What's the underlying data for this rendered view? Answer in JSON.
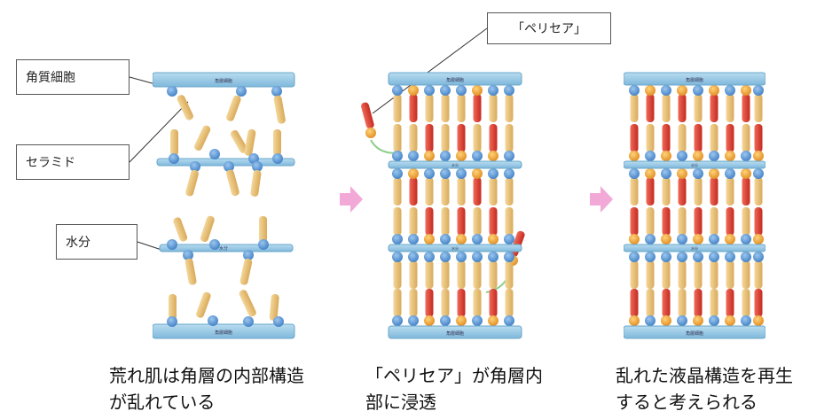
{
  "labels": {
    "kakushitsu": "角質細胞",
    "ceramide": "セラミド",
    "water": "水分",
    "perisea": "「ペリセア」"
  },
  "layer_labels": {
    "kakuso": "角層細胞",
    "water": "水分"
  },
  "captions": {
    "left_line1": "荒れ肌は角層の内部構造",
    "left_line2": "が乱れている",
    "middle_line1": "「ペリセア」が角層内",
    "middle_line2": "部に浸透",
    "right_line1": "乱れた液晶構造を再生",
    "right_line2": "すると考えられる"
  },
  "colors": {
    "layer": "#8fc6e4",
    "layer_edge": "#6aa7c9",
    "head": "#4f8fd0",
    "tail": "#e8c37a",
    "perisea_tail": "#d8372a",
    "perisea_head": "#f3a83a",
    "arrow": "#f2a6d6",
    "curve": "#8ccf8c"
  }
}
